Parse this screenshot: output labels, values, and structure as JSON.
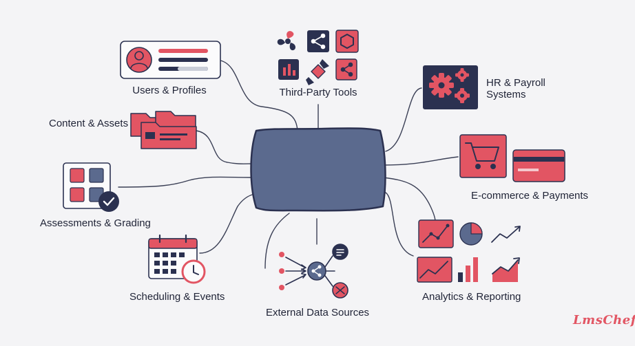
{
  "center": {
    "label": ""
  },
  "nodes": [
    {
      "id": "users",
      "label": "Users & Profiles",
      "icon": "user-profile-card-icon"
    },
    {
      "id": "third-party",
      "label": "Third-Party Tools",
      "icon": "integration-tools-grid-icon"
    },
    {
      "id": "hr",
      "label": "HR & Payroll Systems",
      "label_line1": "HR & Payroll",
      "label_line2": "Systems",
      "icon": "gears-icon"
    },
    {
      "id": "content",
      "label": "Content & Assets",
      "icon": "folders-icon"
    },
    {
      "id": "ecommerce",
      "label": "E-commerce & Payments",
      "icon": "cart-and-card-icon"
    },
    {
      "id": "assessments",
      "label": "Assessments & Grading",
      "icon": "checked-grid-icon"
    },
    {
      "id": "analytics",
      "label": "Analytics & Reporting",
      "icon": "charts-icon"
    },
    {
      "id": "scheduling",
      "label": "Scheduling & Events",
      "icon": "calendar-clock-icon"
    },
    {
      "id": "external",
      "label": "External Data Sources",
      "icon": "data-flow-icon"
    }
  ],
  "brand": {
    "logo_text": "LmsChef"
  },
  "colors": {
    "accent": "#e25563",
    "navy": "#2b3150",
    "hub": "#5b6a8e",
    "line": "#3a3f55",
    "background": "#f4f4f6"
  }
}
